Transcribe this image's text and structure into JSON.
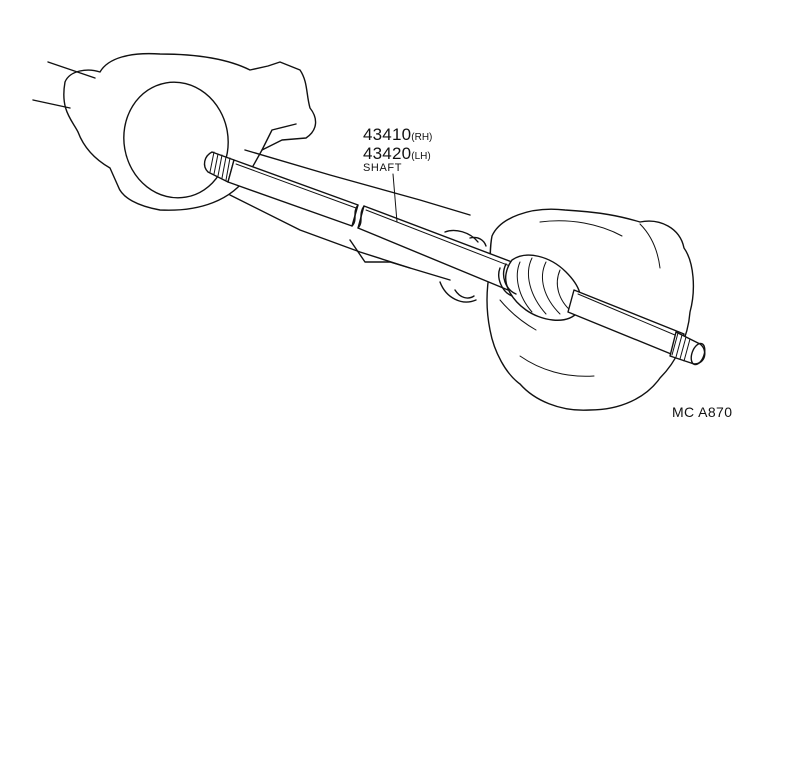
{
  "callout": {
    "part_rh": "43410",
    "side_rh": "(RH)",
    "part_lh": "43420",
    "side_lh": "(LH)",
    "name": "SHAFT"
  },
  "figure_code": "MC A870"
}
